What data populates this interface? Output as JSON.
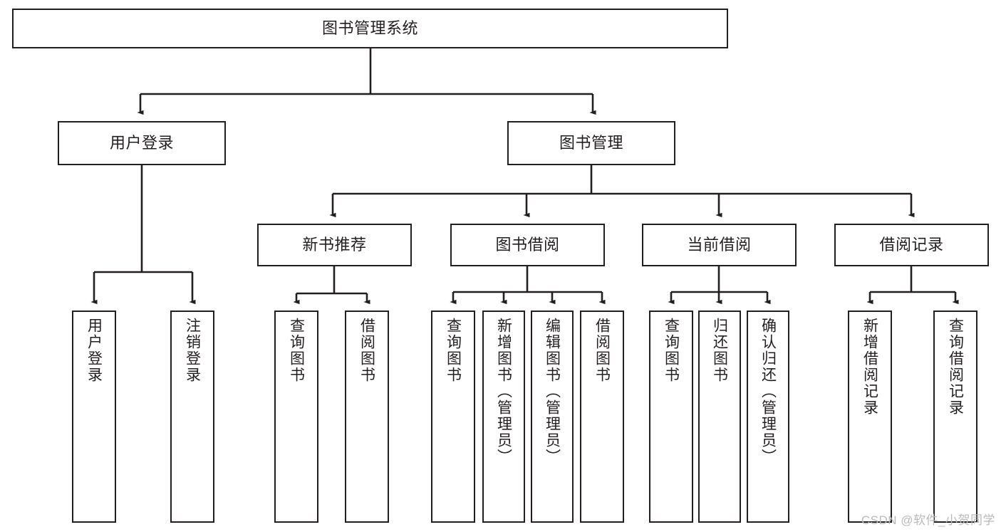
{
  "diagram": {
    "title": "图书管理系统",
    "style": {
      "line_color": "#231f20",
      "box_fill": "#ffffff",
      "text_color": "#231f20",
      "background": "#ffffff",
      "watermark_color": "#b9b9b9"
    },
    "root": {
      "label": "图书管理系统"
    },
    "level2": [
      {
        "label": "用户登录"
      },
      {
        "label": "图书管理"
      }
    ],
    "level3": [
      {
        "label": "新书推荐"
      },
      {
        "label": "图书借阅"
      },
      {
        "label": "当前借阅"
      },
      {
        "label": "借阅记录"
      }
    ],
    "leaves": {
      "user_login": [
        {
          "label": "用户登录"
        },
        {
          "label": "注销登录"
        }
      ],
      "new_book_recommend": [
        {
          "label": "查询图书"
        },
        {
          "label": "借阅图书"
        }
      ],
      "book_borrow": [
        {
          "label": "查询图书"
        },
        {
          "label": "新增图书（管理员）"
        },
        {
          "label": "编辑图书（管理员）"
        },
        {
          "label": "借阅图书"
        }
      ],
      "current_borrow": [
        {
          "label": "查询图书"
        },
        {
          "label": "归还图书"
        },
        {
          "label": "确认归还（管理员）"
        }
      ],
      "borrow_record": [
        {
          "label": "新增借阅记录"
        },
        {
          "label": "查询借阅记录"
        }
      ]
    }
  },
  "watermark": {
    "text": "CSDN @软件_小贺同学"
  }
}
